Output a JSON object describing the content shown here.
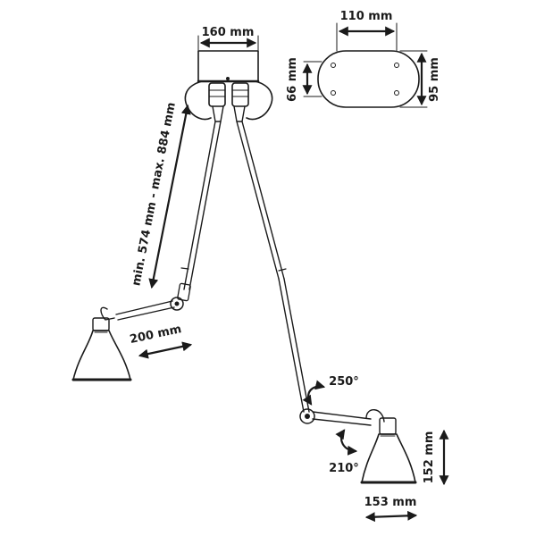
{
  "dimensions": {
    "canopy_width": "160 mm",
    "plate_width": "110 mm",
    "plate_height_inner": "66 mm",
    "plate_height_outer": "95 mm",
    "reach": "min. 574 mm - max. 884 mm",
    "arm_length": "200 mm",
    "shade_height": "152 mm",
    "shade_width": "153 mm"
  },
  "angles": {
    "upper_rotation": "250°",
    "lower_rotation": "210°"
  },
  "icons": [
    "lamp-shade-icon",
    "dimension-arrow-icon",
    "rotation-arrow-icon"
  ]
}
